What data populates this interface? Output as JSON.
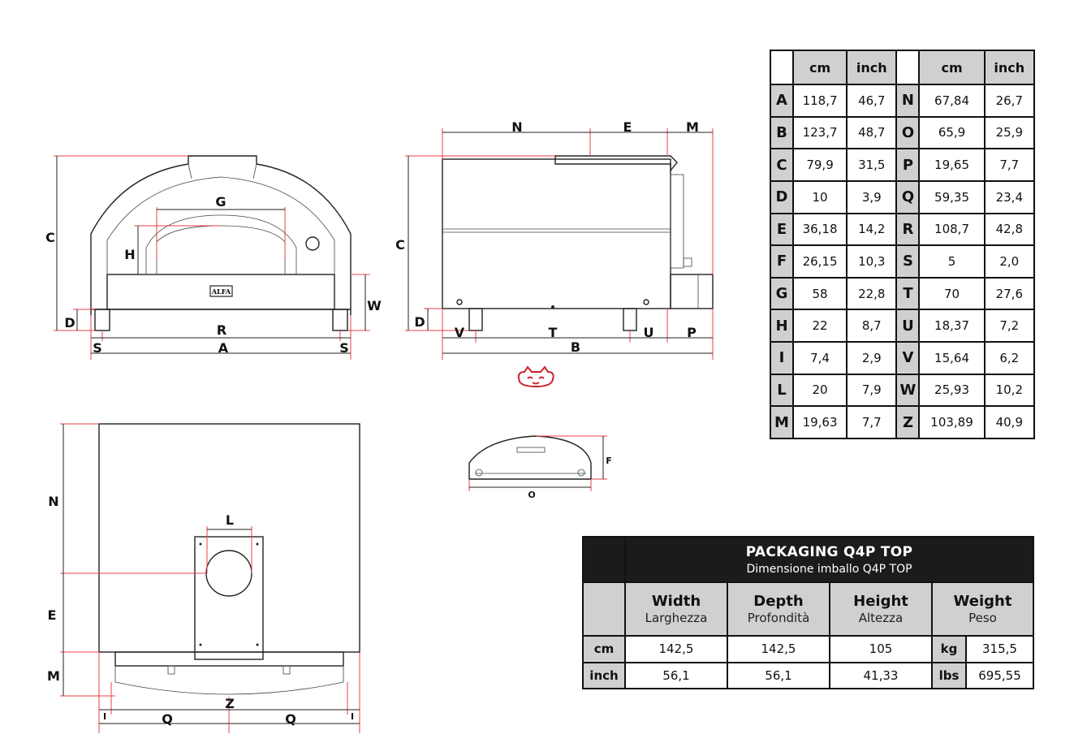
{
  "front_view": {
    "labels": {
      "C": "C",
      "D": "D",
      "H": "H",
      "G": "G",
      "W": "W",
      "R": "R",
      "A": "A",
      "S1": "S",
      "S2": "S"
    },
    "logo_text": "ALFA"
  },
  "side_view": {
    "labels": {
      "N": "N",
      "E": "E",
      "M": "M",
      "C": "C",
      "D": "D",
      "V": "V",
      "T": "T",
      "U": "U",
      "P": "P",
      "B": "B"
    }
  },
  "top_view": {
    "labels": {
      "N": "N",
      "E": "E",
      "M": "M",
      "L": "L",
      "Z": "Z",
      "Q1": "Q",
      "Q2": "Q",
      "I1": "I",
      "I2": "I"
    }
  },
  "door_view": {
    "labels": {
      "F": "F",
      "O": "O"
    }
  },
  "colors": {
    "dimension_red": "#e8404a",
    "brand_red": "#c8202a",
    "header_gray": "#d0d0d0",
    "title_black": "#1b1b1b"
  },
  "dimensions_table": {
    "headers": {
      "cm": "cm",
      "inch": "inch"
    },
    "rows": [
      [
        {
          "l": "A",
          "cm": "118,7",
          "in": "46,7"
        },
        {
          "l": "N",
          "cm": "67,84",
          "in": "26,7"
        }
      ],
      [
        {
          "l": "B",
          "cm": "123,7",
          "in": "48,7"
        },
        {
          "l": "O",
          "cm": "65,9",
          "in": "25,9"
        }
      ],
      [
        {
          "l": "C",
          "cm": "79,9",
          "in": "31,5"
        },
        {
          "l": "P",
          "cm": "19,65",
          "in": "7,7"
        }
      ],
      [
        {
          "l": "D",
          "cm": "10",
          "in": "3,9"
        },
        {
          "l": "Q",
          "cm": "59,35",
          "in": "23,4"
        }
      ],
      [
        {
          "l": "E",
          "cm": "36,18",
          "in": "14,2"
        },
        {
          "l": "R",
          "cm": "108,7",
          "in": "42,8"
        }
      ],
      [
        {
          "l": "F",
          "cm": "26,15",
          "in": "10,3"
        },
        {
          "l": "S",
          "cm": "5",
          "in": "2,0"
        }
      ],
      [
        {
          "l": "G",
          "cm": "58",
          "in": "22,8"
        },
        {
          "l": "T",
          "cm": "70",
          "in": "27,6"
        }
      ],
      [
        {
          "l": "H",
          "cm": "22",
          "in": "8,7"
        },
        {
          "l": "U",
          "cm": "18,37",
          "in": "7,2"
        }
      ],
      [
        {
          "l": "I",
          "cm": "7,4",
          "in": "2,9"
        },
        {
          "l": "V",
          "cm": "15,64",
          "in": "6,2"
        }
      ],
      [
        {
          "l": "L",
          "cm": "20",
          "in": "7,9"
        },
        {
          "l": "W",
          "cm": "25,93",
          "in": "10,2"
        }
      ],
      [
        {
          "l": "M",
          "cm": "19,63",
          "in": "7,7"
        },
        {
          "l": "Z",
          "cm": "103,89",
          "in": "40,9"
        }
      ]
    ]
  },
  "packaging": {
    "title": "PACKAGING Q4P TOP",
    "subtitle": "Dimensione imballo Q4P TOP",
    "columns": [
      {
        "en": "Width",
        "it": "Larghezza"
      },
      {
        "en": "Depth",
        "it": "Profondità"
      },
      {
        "en": "Height",
        "it": "Altezza"
      },
      {
        "en": "Weight",
        "it": "Peso"
      }
    ],
    "rows": [
      {
        "unit": "cm",
        "width": "142,5",
        "depth": "142,5",
        "height": "105",
        "w_unit": "kg",
        "weight": "315,5"
      },
      {
        "unit": "inch",
        "width": "56,1",
        "depth": "56,1",
        "height": "41,33",
        "w_unit": "lbs",
        "weight": "695,55"
      }
    ]
  }
}
